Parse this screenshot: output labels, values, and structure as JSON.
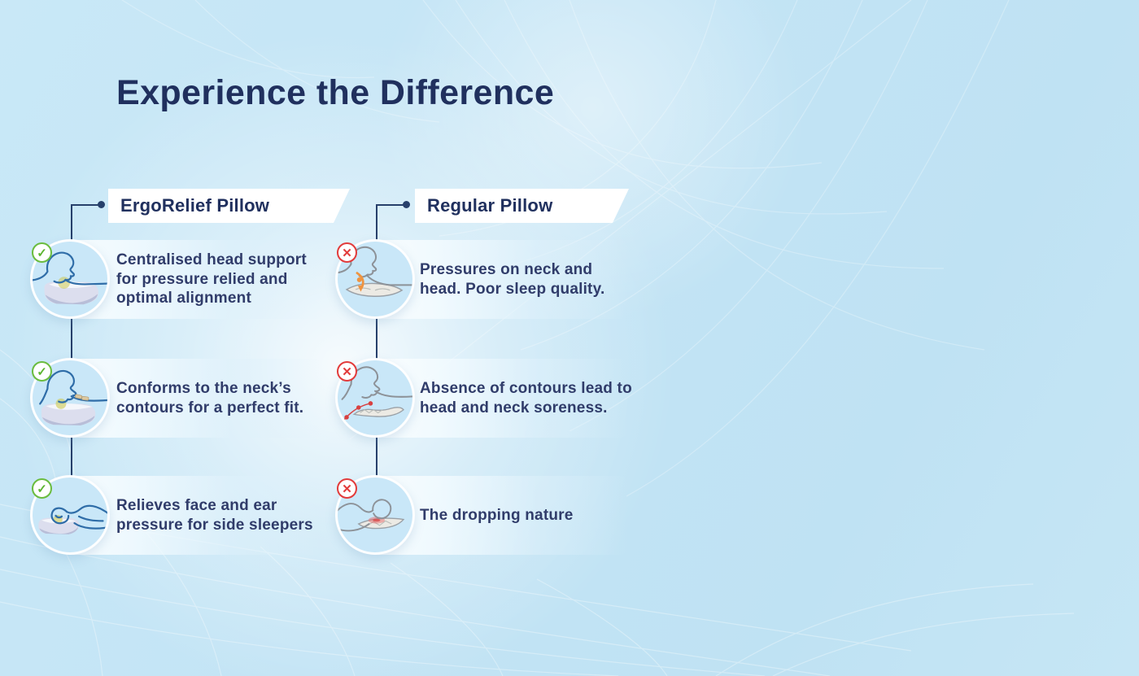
{
  "title": "Experience the Difference",
  "icons": {
    "check": "✓",
    "cross": "✕"
  },
  "colors": {
    "background_blue": "#c3e4f5",
    "navy_text": "#20305e",
    "body_text": "#303c6a",
    "connector_line": "#27406b",
    "check_green": "#5cb531",
    "cross_red": "#e23b3b",
    "circle_fill": "#c9e7f8",
    "ergo_line_blue": "#2f6da8",
    "regular_line_grey": "#8d9298",
    "pressure_orange": "#ef9440",
    "soreness_red": "#d84040"
  },
  "columns": [
    {
      "id": "ergorelief",
      "header": "ErgoRelief Pillow",
      "verdict_icon": "check",
      "rows": [
        {
          "text": "Centralised head support for pressure relied and optimal alignment",
          "illustration": "back-sleeper-contour-pillow"
        },
        {
          "text": "Conforms to the neck’s contours for a perfect fit.",
          "illustration": "neck-contour-support"
        },
        {
          "text": "Relieves face and ear pressure for side sleepers",
          "illustration": "side-sleeper-contour-pillow"
        }
      ]
    },
    {
      "id": "regular",
      "header": "Regular Pillow",
      "verdict_icon": "cross",
      "rows": [
        {
          "text": "Pressures on neck and head. Poor sleep quality.",
          "illustration": "back-sleeper-flat-pillow-pressure"
        },
        {
          "text": "Absence of contours lead to head and neck soreness.",
          "illustration": "flat-pillow-neck-soreness"
        },
        {
          "text": "The dropping nature",
          "illustration": "side-sleeper-flat-pillow-drop"
        }
      ]
    }
  ]
}
